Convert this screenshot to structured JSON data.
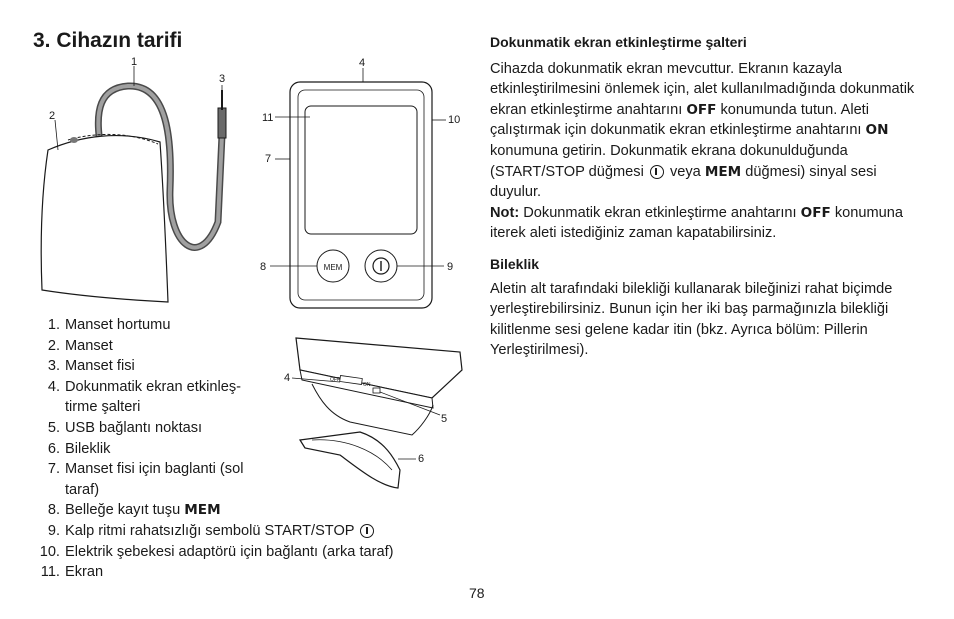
{
  "title": "3. Cihazın tarifi",
  "figure_labels": {
    "l1": "1",
    "l2": "2",
    "l3": "3",
    "l4": "4",
    "l4b": "4",
    "l5": "5",
    "l6": "6",
    "l7": "7",
    "l8": "8",
    "l9": "9",
    "l10": "10",
    "l11": "11",
    "mem_button": "MEM",
    "switch_off": "OFF",
    "switch_on": "ON"
  },
  "parts": [
    {
      "num": "1.",
      "text": "Manset hortumu"
    },
    {
      "num": "2.",
      "text": "Manset"
    },
    {
      "num": "3.",
      "text": "Manset fisi"
    },
    {
      "num": "4.",
      "text": "Dokunmatik ekran etkinleş- tirme şalteri"
    },
    {
      "num": "5.",
      "text": "USB bağlantı noktası"
    },
    {
      "num": "6.",
      "text": "Bileklik"
    },
    {
      "num": "7.",
      "text": "Manset fisi için baglanti (sol taraf)"
    },
    {
      "num": "8.",
      "text": "Belleğe kayıt tuşu ",
      "kw": "MEM"
    },
    {
      "num": "9.",
      "text": "Kalp ritmi rahatsızlığı sembolü START/STOP"
    },
    {
      "num": "10.",
      "text": "Elektrik şebekesi adaptörü için bağlantı (arka taraf)"
    },
    {
      "num": "11.",
      "text": "Ekran"
    }
  ],
  "section1": {
    "heading": "Dokunmatik ekran etkinleştirme şalteri",
    "p1_a": "Cihazda dokunmatik ekran mevcuttur. Ekranın kazayla etkinleştirilmesini önlemek için, alet kullanılmadığında dokunmatik ekran etkinleştirme anahtarını ",
    "kw_off": "OFF",
    "p1_b": " konumunda tutun. Aleti çalıştırmak için dokunmatik ekran etkinleştirme anahtarını ",
    "kw_on": "ON",
    "p1_c": " konumuna getirin. Dokunmatik ekrana dokunulduğunda (START/STOP düğmesi ",
    "p1_d": " veya ",
    "kw_mem": "MEM",
    "p1_e": " düğmesi) sinyal sesi duyulur.",
    "note_label": "Not:",
    "note_a": " Dokunmatik ekran etkinleştirme anahtarını ",
    "note_kw": "OFF",
    "note_b": " konumuna iterek aleti istediğiniz zaman kapatabilirsiniz."
  },
  "section2": {
    "heading": "Bileklik",
    "p": "Aletin alt tarafındaki bilekliği kullanarak bileğinizi rahat biçimde yerleştirebilirsiniz. Bunun için her iki baş parmağınızla bilekliği kilitlenme sesi gelene kadar itin (bkz. Ayrıca bölüm: Pillerin Yerleştirilmesi)."
  },
  "page_number": "78"
}
